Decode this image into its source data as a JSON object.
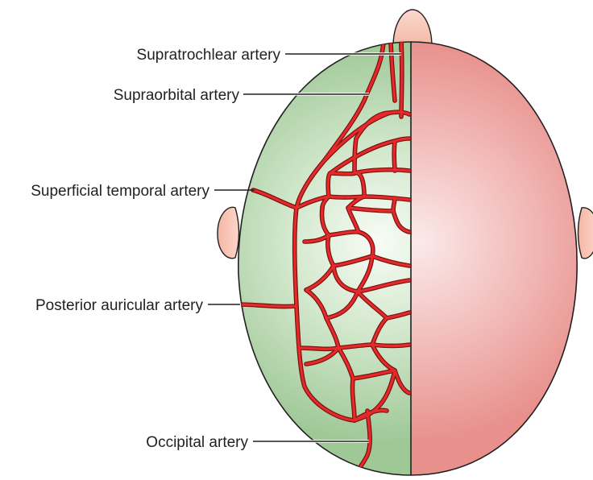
{
  "labels": [
    {
      "id": "supratrochlear",
      "text": "Supratrochlear artery"
    },
    {
      "id": "supraorbital",
      "text": "Supraorbital artery"
    },
    {
      "id": "superficial_temporal",
      "text": "Superficial temporal artery"
    },
    {
      "id": "posterior_auricular",
      "text": "Posterior auricular artery"
    },
    {
      "id": "occipital",
      "text": "Occipital artery"
    }
  ],
  "colors": {
    "scalp_arterial_side": "#a9cfa1",
    "scalp_skin_side": "#ec9f9c",
    "artery": "#e52a2a",
    "outline": "#231f20"
  }
}
